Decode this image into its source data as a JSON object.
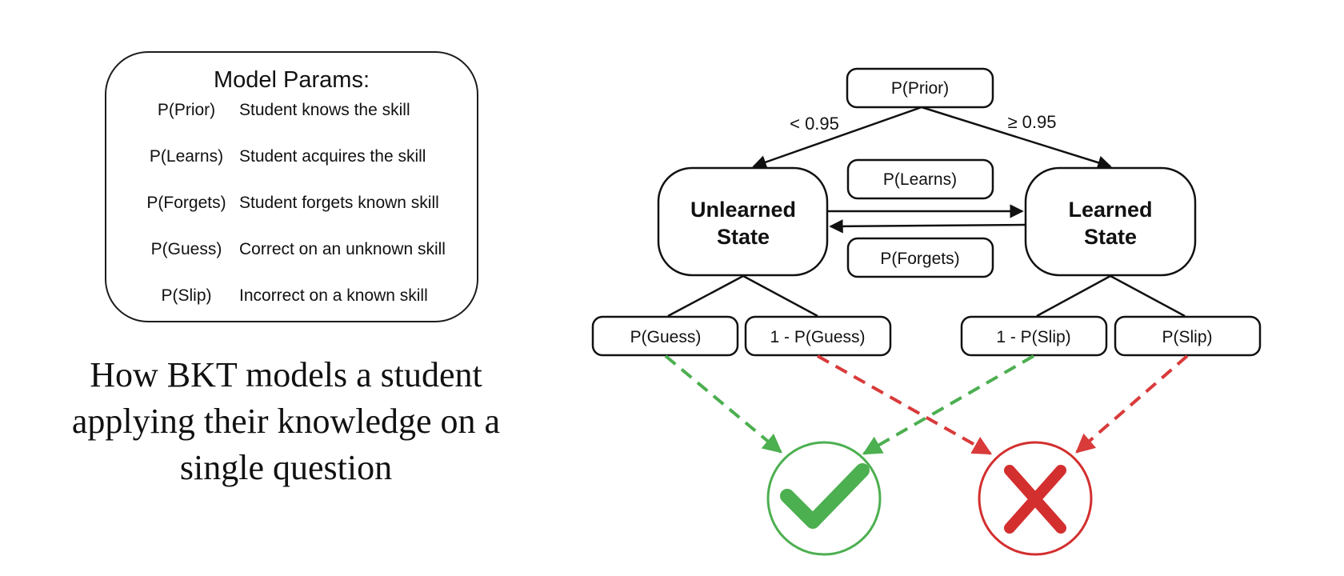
{
  "params": {
    "title": "Model Params:",
    "rows": [
      {
        "name": "P(Prior)",
        "desc": "Student knows the skill"
      },
      {
        "name": "P(Learns)",
        "desc": "Student acquires the skill"
      },
      {
        "name": "P(Forgets)",
        "desc": "Student forgets known skill"
      },
      {
        "name": "P(Guess)",
        "desc": "Correct on an unknown skill"
      },
      {
        "name": "P(Slip)",
        "desc": "Incorrect on a known skill"
      }
    ]
  },
  "caption": {
    "line1": "How BKT models a student",
    "line2": "applying their knowledge on a",
    "line3": "single question"
  },
  "diagram": {
    "prior": "P(Prior)",
    "low_branch": "< 0.95",
    "high_branch": "≥ 0.95",
    "learns": "P(Learns)",
    "forgets": "P(Forgets)",
    "unlearned_line1": "Unlearned",
    "unlearned_line2": "State",
    "learned_line1": "Learned",
    "learned_line2": "State",
    "guess": "P(Guess)",
    "not_guess": "1 - P(Guess)",
    "not_slip": "1 - P(Slip)",
    "slip": "P(Slip)"
  },
  "colors": {
    "correct": "#4caf50",
    "incorrect": "#d32f2f",
    "correct_arrow": "#4caf50",
    "incorrect_arrow": "#d93a3a"
  },
  "icons": {
    "correct": "checkmark-icon",
    "incorrect": "x-mark-icon"
  }
}
